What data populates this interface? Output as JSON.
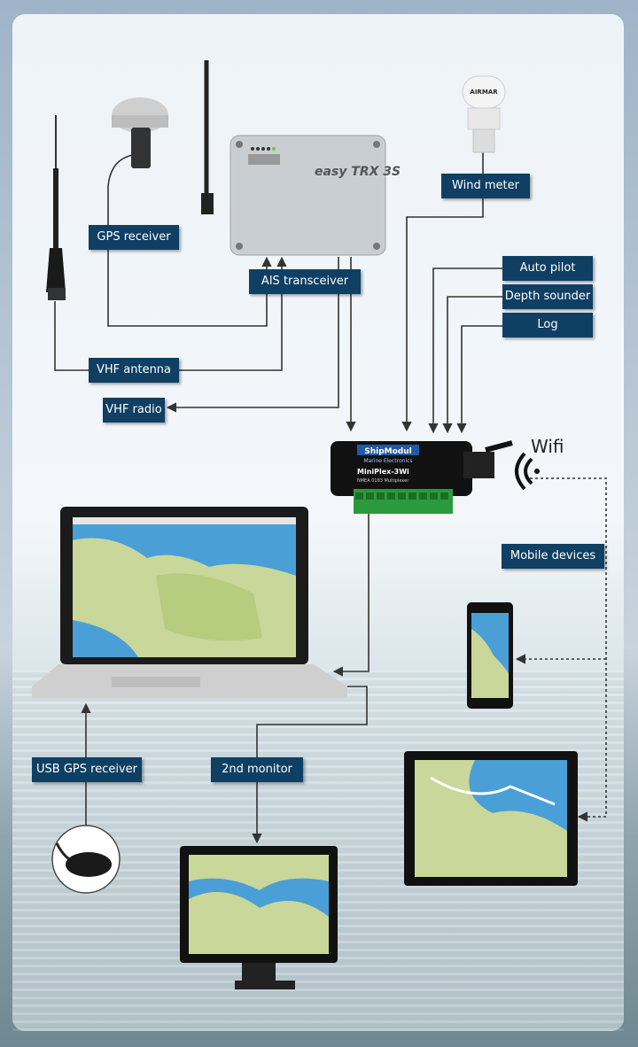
{
  "labels": {
    "wind_meter": "Wind meter",
    "gps_receiver": "GPS receiver",
    "ais_transceiver": "AIS transceiver",
    "auto_pilot": "Auto pilot",
    "depth_sounder": "Depth sounder",
    "log": "Log",
    "vhf_antenna": "VHF antenna",
    "vhf_radio": "VHF radio",
    "mobile_devices": "Mobile devices",
    "usb_gps_receiver": "USB GPS receiver",
    "second_monitor": "2nd monitor",
    "wifi": "Wifi"
  },
  "devices": {
    "multiplexer_brand": "ShipModul",
    "multiplexer_sub": "Marine Electronics",
    "multiplexer_model": "MiniPlex-3Wi",
    "multiplexer_desc": "NMEA 0183 Multiplexer",
    "ais_brand": "easy TRX 3S",
    "wind_brand": "AIRMAR"
  },
  "colors": {
    "label_bg": "#0f3f63",
    "wire": "#333333",
    "chart_water": "#4a9fd6",
    "chart_land": "#c9d79a"
  }
}
